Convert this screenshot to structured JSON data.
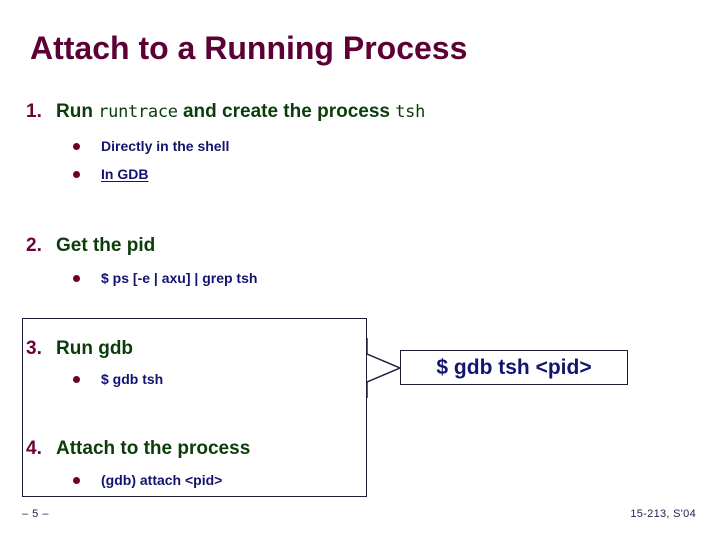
{
  "slide": {
    "title": "Attach to a Running Process",
    "footer_left": "– 5 –",
    "footer_right": "15-213, S'04",
    "colors": {
      "title": "#5c0036",
      "number": "#700038",
      "heading_text": "#0b3d0b",
      "bullet_text": "#141470",
      "bullet_dot": "#6b0030",
      "box_border": "#1a1a3d",
      "background": "#ffffff"
    },
    "items": [
      {
        "number": "1.",
        "text_parts": [
          {
            "text": "Run ",
            "style": "normal"
          },
          {
            "text": "runtrace",
            "style": "mono"
          },
          {
            "text": " and create the process ",
            "style": "normal"
          },
          {
            "text": "tsh",
            "style": "mono"
          }
        ],
        "heading_plain": "Run runtrace and create the process tsh",
        "subs": [
          {
            "text": "Directly in the shell",
            "underline": false
          },
          {
            "text": "In GDB",
            "underline": true
          }
        ]
      },
      {
        "number": "2.",
        "heading_plain": "Get the pid",
        "subs": [
          {
            "text": "$ ps [-e | axu] | grep tsh",
            "underline": false
          }
        ]
      },
      {
        "number": "3.",
        "heading_plain": "Run gdb",
        "subs": [
          {
            "text": "$ gdb tsh",
            "underline": false
          }
        ]
      },
      {
        "number": "4.",
        "heading_plain": "Attach to the process",
        "subs": [
          {
            "text": "(gdb) attach <pid>",
            "underline": false
          }
        ]
      }
    ],
    "callout": {
      "text": "$ gdb tsh <pid>"
    }
  }
}
